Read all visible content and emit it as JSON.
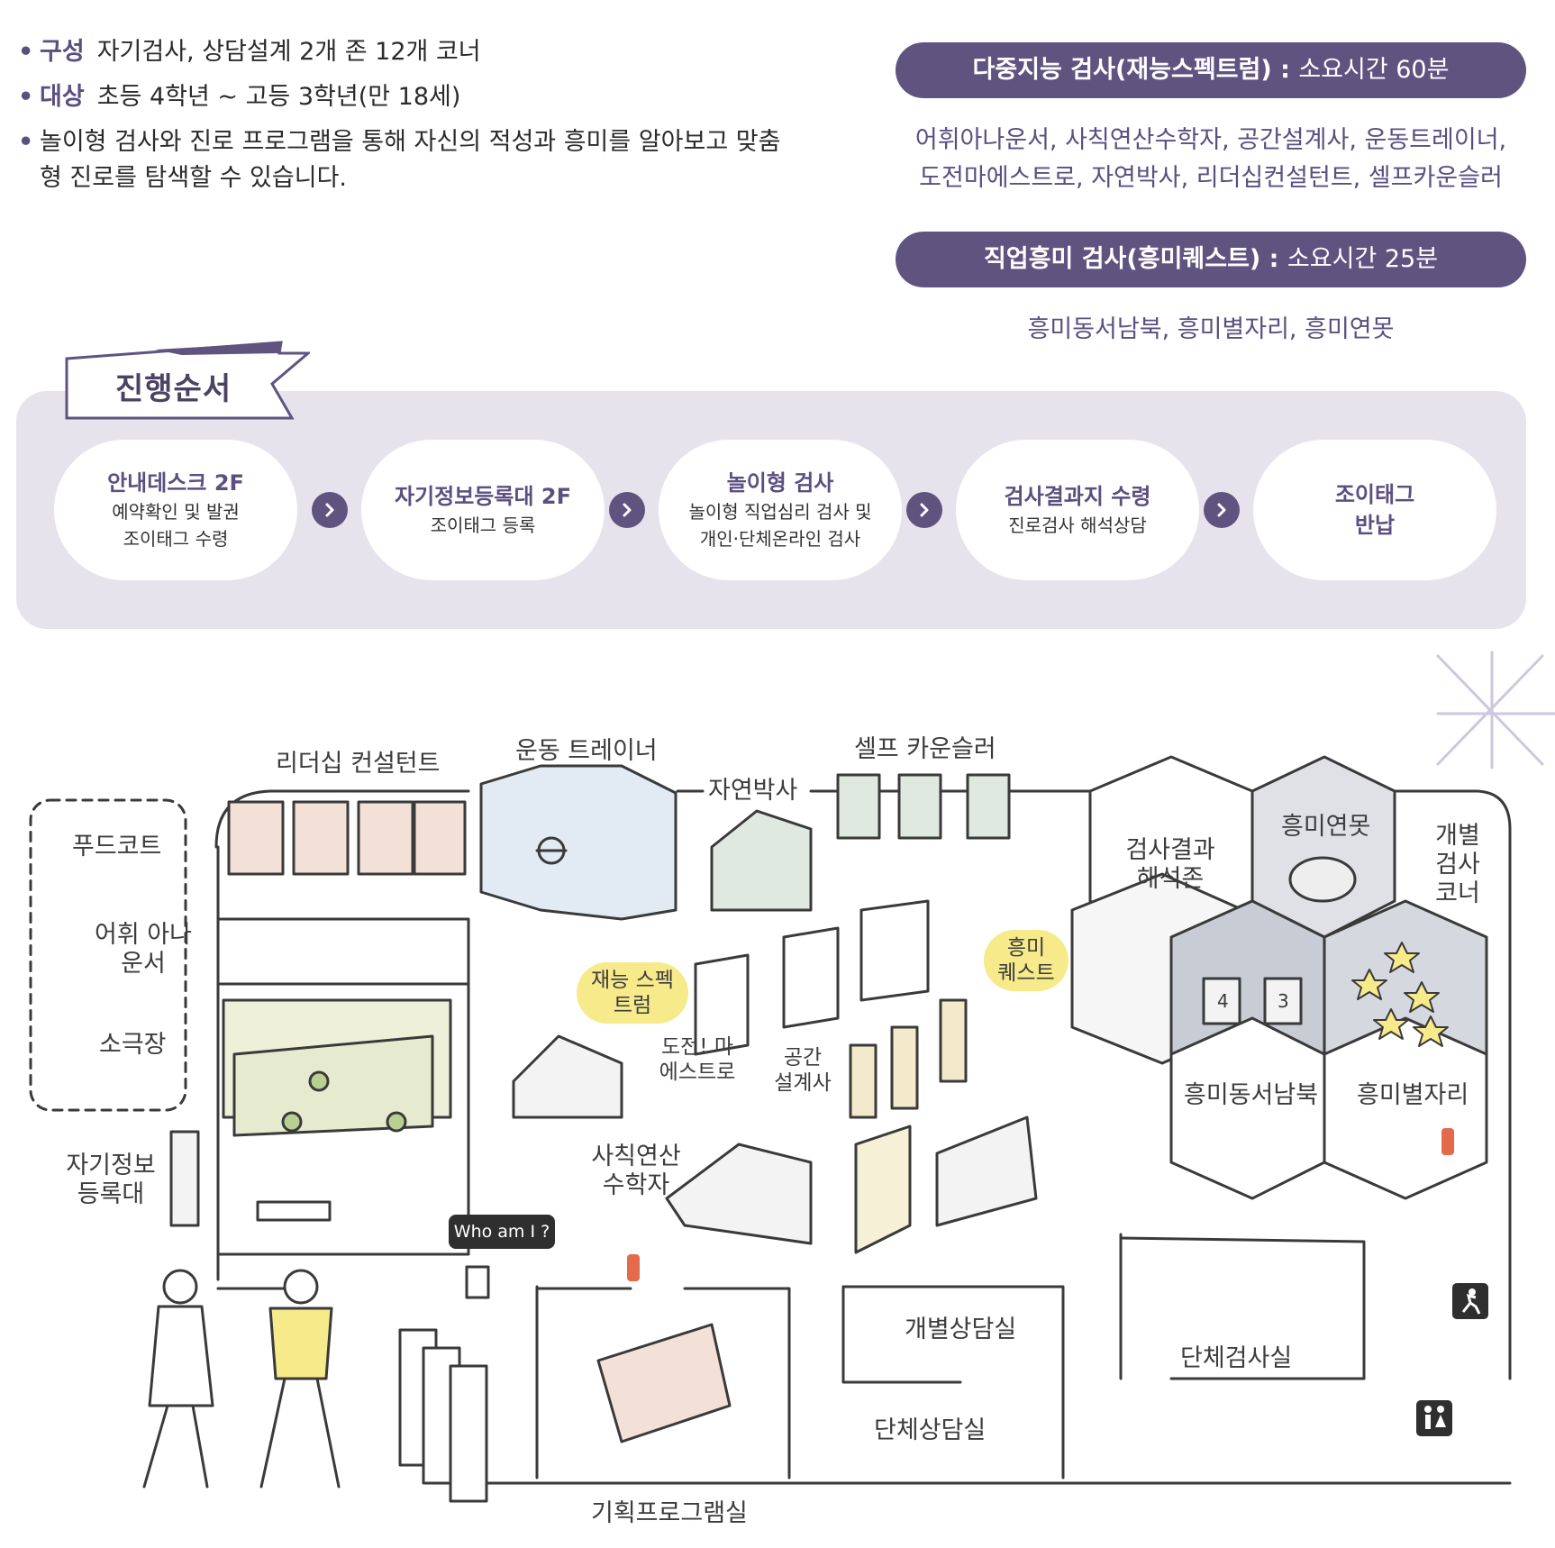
{
  "intro": {
    "bullet": "•",
    "items": [
      {
        "key": "구성",
        "text": "자기검사, 상담설계 2개 존 12개 코너"
      },
      {
        "key": "대상",
        "text": "초등 4학년 ~ 고등 3학년(만 18세)"
      },
      {
        "key": "",
        "text": "놀이형 검사와 진로 프로그램을 통해 자신의 적성과 흥미를 알아보고 맞춤형 진로를 탐색할 수 있습니다."
      }
    ]
  },
  "tests": [
    {
      "title": "다중지능 검사(재능스펙트럼)",
      "sep": " : ",
      "duration": "소요시간 60분",
      "list": "어휘아나운서, 사칙연산수학자, 공간설계사, 운동트레이너, 도전마에스트로, 자연박사, 리더십컨설턴트, 셀프카운슬러"
    },
    {
      "title": "직업흥미 검사(흥미퀘스트)",
      "sep": " : ",
      "duration": "소요시간 25분",
      "list": "흥미동서남북, 흥미별자리, 흥미연못"
    }
  ],
  "process": {
    "title": "진행순서",
    "steps": [
      {
        "title": "안내데스크 2F",
        "sub1": "예약확인 및 발권",
        "sub2": "조이태그 수령"
      },
      {
        "title": "자기정보등록대 2F",
        "sub1": "조이태그 등록",
        "sub2": ""
      },
      {
        "title": "놀이형 검사",
        "sub1": "놀이형 직업심리 검사 및",
        "sub2": "개인·단체온라인 검사"
      },
      {
        "title": "검사결과지 수령",
        "sub1": "진로검사 해석상담",
        "sub2": ""
      },
      {
        "title": "조이태그",
        "sub1": "반납",
        "sub2": ""
      }
    ],
    "arrow_icon": "chevron-right-icon"
  },
  "map": {
    "labels": {
      "food_court": "푸드코트",
      "vocab_announcer": "어휘 아나운서",
      "small_theater": "소극장",
      "self_info_desk": "자기정보 등록대",
      "leadership": "리더십 컨설턴트",
      "trainer": "운동 트레이너",
      "nature_doctor": "자연박사",
      "self_counselor": "셀프 카운슬러",
      "result_zone": "검사결과 해석존",
      "interest_pond": "흥미연못",
      "individual_corner": "개별 검사 코너",
      "talent_spectrum": "재능 스펙트럼",
      "maestro": "도전! 마에스트로",
      "space_designer": "공간 설계사",
      "interest_quest": "흥미 퀘스트",
      "interest_compass": "흥미동서남북",
      "interest_stars": "흥미별자리",
      "math": "사칙연산 수학자",
      "individual_room": "개별상담실",
      "group_test_room": "단체검사실",
      "group_counsel_room": "단체상담실",
      "planning_room": "기획프로그램실"
    },
    "bubble": "Who am I ?",
    "cube_numbers": [
      "4",
      "3"
    ],
    "icons": [
      "exit-icon",
      "restroom-icon",
      "fire-extinguisher-icon",
      "sparkle-icon"
    ]
  },
  "colors": {
    "accent": "#5f5380",
    "panel": "#e7e3ec",
    "highlight": "#f6ea8a"
  }
}
